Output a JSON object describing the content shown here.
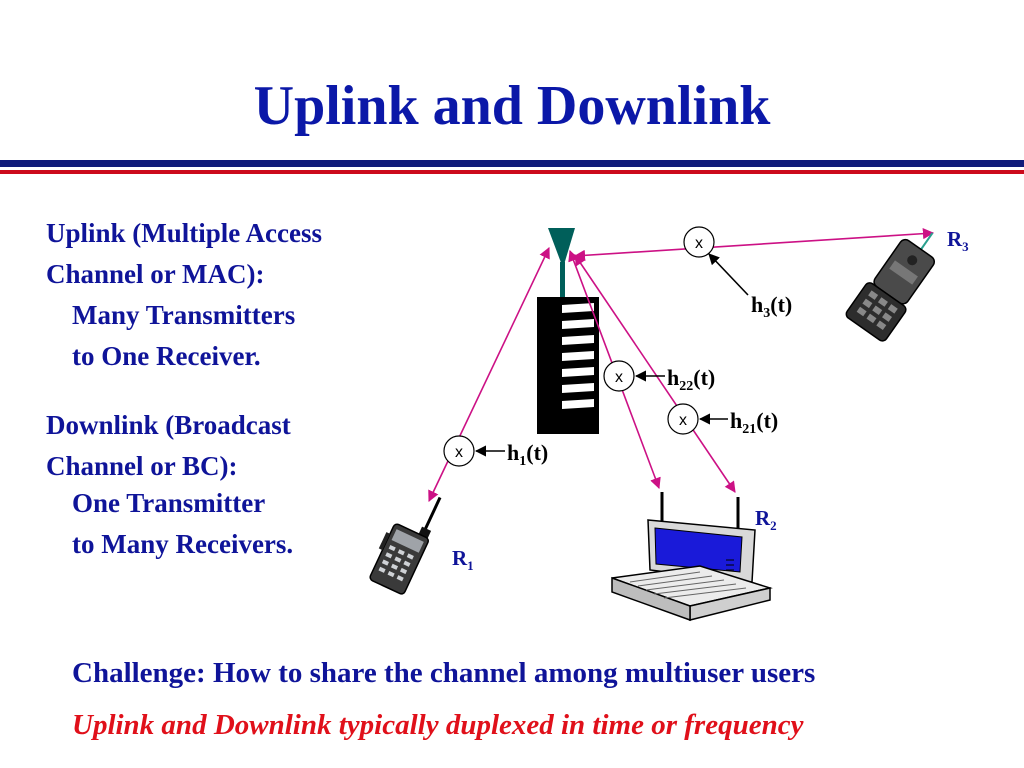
{
  "slide": {
    "title": "Uplink and Downlink"
  },
  "left_text": {
    "uplink_line1": "Uplink (Multiple Access",
    "uplink_line2": "Channel or MAC):",
    "uplink_line3": "Many Transmitters",
    "uplink_line4": "to One Receiver.",
    "downlink_line1": "Downlink (Broadcast",
    "downlink_line2": "Channel or BC):",
    "downlink_line3": "One Transmitter",
    "downlink_line4": "to Many Receivers."
  },
  "diagram": {
    "receivers": [
      {
        "base": "R",
        "sub": "1"
      },
      {
        "base": "R",
        "sub": "2"
      },
      {
        "base": "R",
        "sub": "3"
      }
    ],
    "channels": [
      {
        "base": "h",
        "sub": "1",
        "suffix": "(t)"
      },
      {
        "base": "h",
        "sub": "21",
        "suffix": "(t)"
      },
      {
        "base": "h",
        "sub": "22",
        "suffix": "(t)"
      },
      {
        "base": "h",
        "sub": "3",
        "suffix": "(t)"
      }
    ],
    "multiplier_symbol": "x",
    "colors": {
      "link": "#cc1185",
      "arrow": "#000000",
      "tower": "#000000",
      "antenna": "#005f5a",
      "laptop_screen": "#1a1ad9"
    }
  },
  "footer": {
    "challenge": "Challenge: How to share the channel among multiuser users",
    "note": "Uplink and Downlink typically duplexed in time or frequency"
  },
  "colors": {
    "title": "#0b18a8",
    "body_text": "#0f1499",
    "rule_blue": "#101b7a",
    "rule_red": "#cc0a1c",
    "note": "#e0101a"
  }
}
